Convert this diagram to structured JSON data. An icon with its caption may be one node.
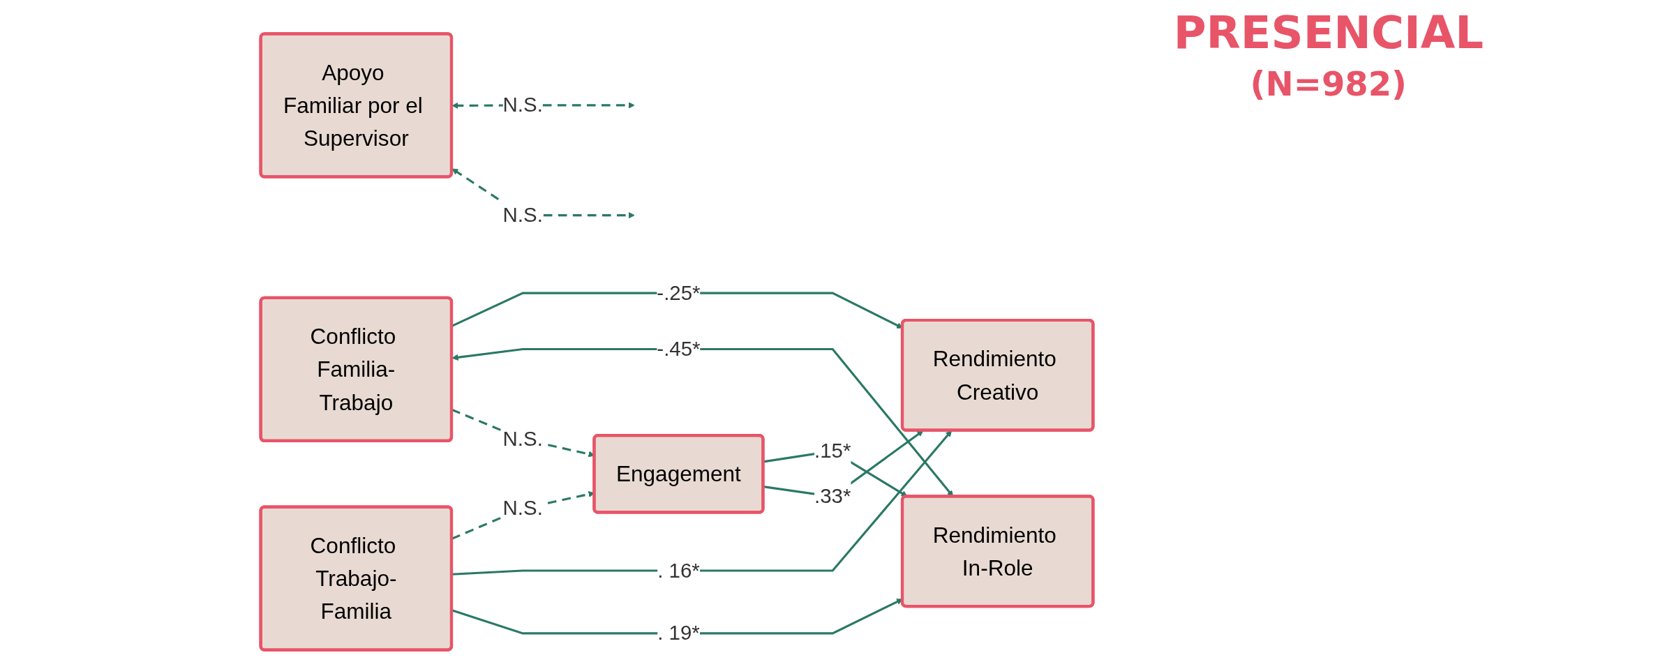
{
  "diagram": {
    "title": "PRESENCIAL",
    "nodes": [
      {
        "text": [
          "Conflicto Familia-Trabajo"
        ]
      },
      {
        "text": [
          "Apoyo Familiar por el Supervisor"
        ]
      },
      {
        "text": [
          "Conflicto Trabajo-Familia"
        ]
      },
      {
        "text": [
          "Engagement"
        ]
      },
      {
        "text": [
          "Rendimiento In-Role"
        ]
      },
      {
        "text": [
          "Rendimiento Creativo"
        ]
      }
    ],
    "edges": [
      {
        "from": 0,
        "to": 5,
        "arrow": "to",
        "label": "-.25*"
      },
      {
        "from": 0,
        "to": 4,
        "arrow": "both",
        "label": "-.45*"
      },
      {
        "from": 0,
        "to": 3,
        "arrow": "to",
        "label": "N.S.",
        "style": "dashed"
      },
      {
        "from": 1,
        "to": null,
        "arrow": "both",
        "label": "N.S.",
        "style": "dashed"
      },
      {
        "from": 1,
        "to": null,
        "arrow": "both",
        "label": "N.S.",
        "style": "dashed"
      },
      {
        "from": 2,
        "to": 3,
        "arrow": "to",
        "label": "N.S.",
        "style": "dashed"
      },
      {
        "from": 3,
        "to": 4,
        "arrow": "to",
        "label": ".15*"
      },
      {
        "from": 3,
        "to": 5,
        "arrow": "to",
        "label": ".33*"
      },
      {
        "from": 2,
        "to": 5,
        "arrow": "to",
        "label": ". 16*"
      },
      {
        "from": 2,
        "to": 4,
        "arrow": "to",
        "label": ". 19*"
      }
    ],
    "labels": [
      "(N=982)"
    ]
  }
}
